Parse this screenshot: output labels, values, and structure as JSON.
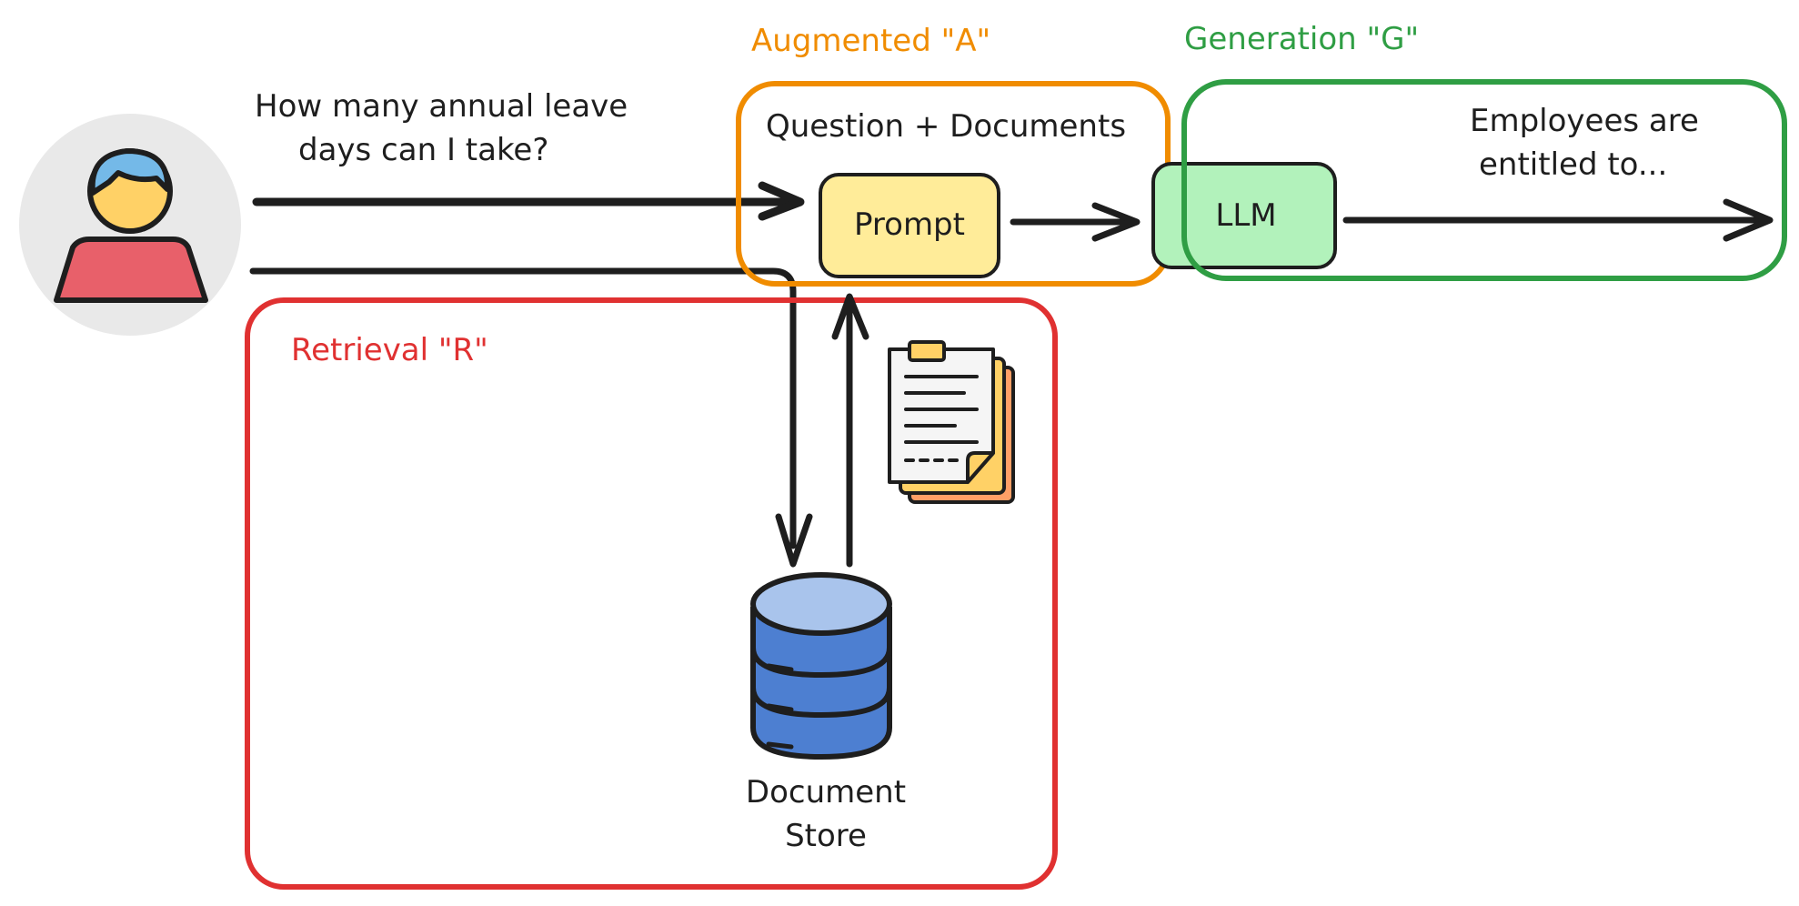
{
  "labels": {
    "augmented": "Augmented \"A\"",
    "generation": "Generation \"G\"",
    "retrieval": "Retrieval \"R\""
  },
  "question": {
    "line1": "How many annual leave",
    "line2": "days can I take?"
  },
  "augmented_caption": "Question + Documents",
  "prompt_label": "Prompt",
  "llm_label": "LLM",
  "answer": {
    "line1": "Employees are",
    "line2": "entitled to..."
  },
  "document_store": {
    "line1": "Document",
    "line2": "Store"
  },
  "icons": {
    "user": "user-avatar-icon",
    "documents": "documents-icon",
    "database": "database-icon"
  },
  "colors": {
    "augmented": "#f08c00",
    "generation": "#2f9e44",
    "retrieval": "#e03131",
    "prompt_fill": "#ffec99",
    "llm_fill": "#b2f2bb",
    "stroke": "#1e1e1e"
  }
}
